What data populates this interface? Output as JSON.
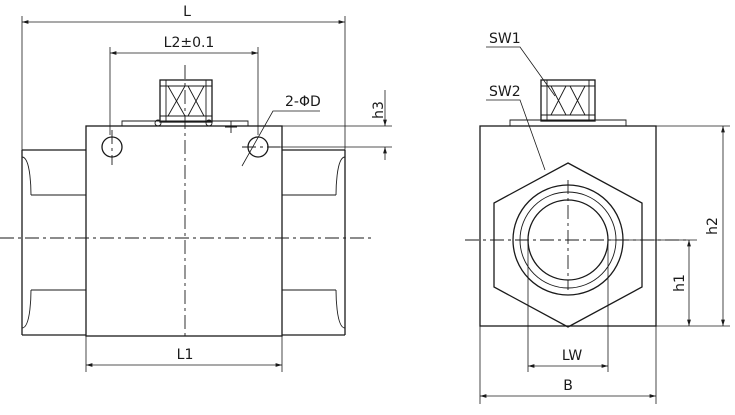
{
  "labels": {
    "L": "L",
    "L2": "L2±0.1",
    "L1": "L1",
    "hole": "2-ΦD",
    "h3": "h3",
    "SW1": "SW1",
    "SW2": "SW2",
    "LW": "LW",
    "B": "B",
    "h1": "h1",
    "h2": "h2"
  }
}
